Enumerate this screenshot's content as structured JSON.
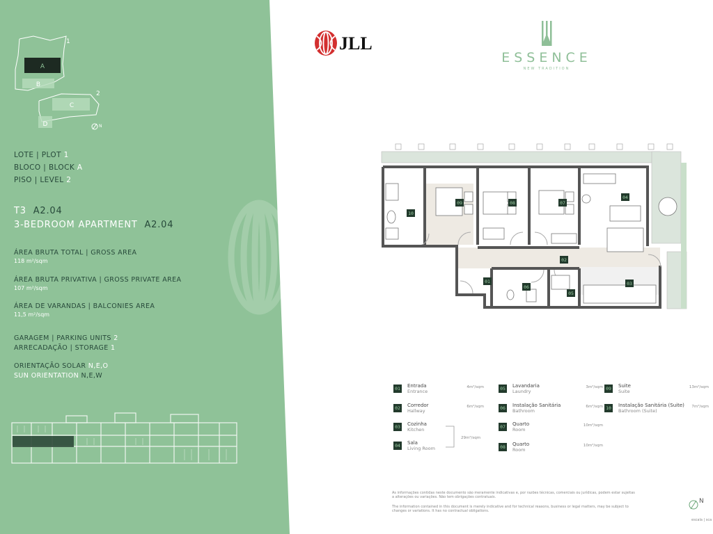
{
  "left_panel": {
    "site_map": {
      "plot1_num": "1",
      "plot2_num": "2",
      "block_a": "A",
      "block_b": "B",
      "block_c": "C",
      "block_d": "D",
      "north": "N"
    },
    "specs": {
      "lote_label": "LOTE | PLOT",
      "lote_value": "1",
      "bloco_label": "BLOCO | BLOCK",
      "bloco_value": "A",
      "piso_label": "PISO | LEVEL",
      "piso_value": "2"
    },
    "unit": {
      "type": "T3",
      "code": "A2.04",
      "description": "3-BEDROOM APARTMENT",
      "code2": "A2.04"
    },
    "areas": [
      {
        "label": "ÁREA BRUTA TOTAL  |  GROSS AREA",
        "value": "118 m²/sqm"
      },
      {
        "label": "ÁREA BRUTA PRIVATIVA  |  GROSS PRIVATE AREA",
        "value": "107 m²/sqm"
      },
      {
        "label": "ÁREA DE VARANDAS  |  BALCONIES AREA",
        "value": "11,5 m²/sqm"
      }
    ],
    "parking": {
      "garagem_label": "GARAGEM | PARKING UNITS",
      "garagem_value": "2",
      "arrec_label": "ARRECADAÇÃO | STORAGE",
      "arrec_value": "1"
    },
    "orientation": {
      "pt_label": "ORIENTAÇÃO SOLAR",
      "pt_value": "N,E,O",
      "en_label": "SUN ORIENTATION",
      "en_value": "N,E,W"
    }
  },
  "header": {
    "jll_text": "JLL",
    "essence_name": "ESSENCE",
    "essence_tagline": "NEW TRADITION"
  },
  "plan_labels": [
    "01",
    "02",
    "03",
    "04",
    "05",
    "06",
    "07",
    "08",
    "09",
    "10"
  ],
  "legend": [
    {
      "num": "01",
      "pt": "Entrada",
      "en": "Entrance",
      "area": "4m²/sqm"
    },
    {
      "num": "02",
      "pt": "Corredor",
      "en": "Hallway",
      "area": "6m²/sqm"
    },
    {
      "num": "03",
      "pt": "Cozinha",
      "en": "Kitchen",
      "area": ""
    },
    {
      "num": "04",
      "pt": "Sala",
      "en": "Living Room",
      "area": ""
    },
    {
      "num": "05",
      "pt": "Lavandaria",
      "en": "Laundry",
      "area": "3m²/sqm"
    },
    {
      "num": "06",
      "pt": "Instalação Sanitária",
      "en": "Bathroom",
      "area": "6m²/sqm"
    },
    {
      "num": "07",
      "pt": "Quarto",
      "en": "Room",
      "area": "10m²/sqm"
    },
    {
      "num": "08",
      "pt": "Quarto",
      "en": "Room",
      "area": "10m²/sqm"
    },
    {
      "num": "09",
      "pt": "Suite",
      "en": "Suite",
      "area": "13m²/sqm"
    },
    {
      "num": "10",
      "pt": "Instalação Sanitária (Suite)",
      "en": "Bathroom (Suite)",
      "area": "7m²/sqm"
    }
  ],
  "kitchen_living_area": "29m²/sqm",
  "disclaimer": {
    "pt": "As informações contidas neste documento são meramente indicativas e, por razões técnicas, comerciais ou jurídicas, podem estar sujeitas a alterações ou variações. Não tem obrigações contratuais.",
    "en": "The information contained in this document is merely indicative and for technical reasons, business or legal matters, may be subject to changes or variations. It has no contractual obligations."
  },
  "north_label": "N",
  "scale_label": "escala | sca",
  "colors": {
    "panel_green": "#8fc298",
    "dark_green": "#27493a",
    "label_bg": "#223a2c",
    "jll_red": "#d32f2f"
  }
}
